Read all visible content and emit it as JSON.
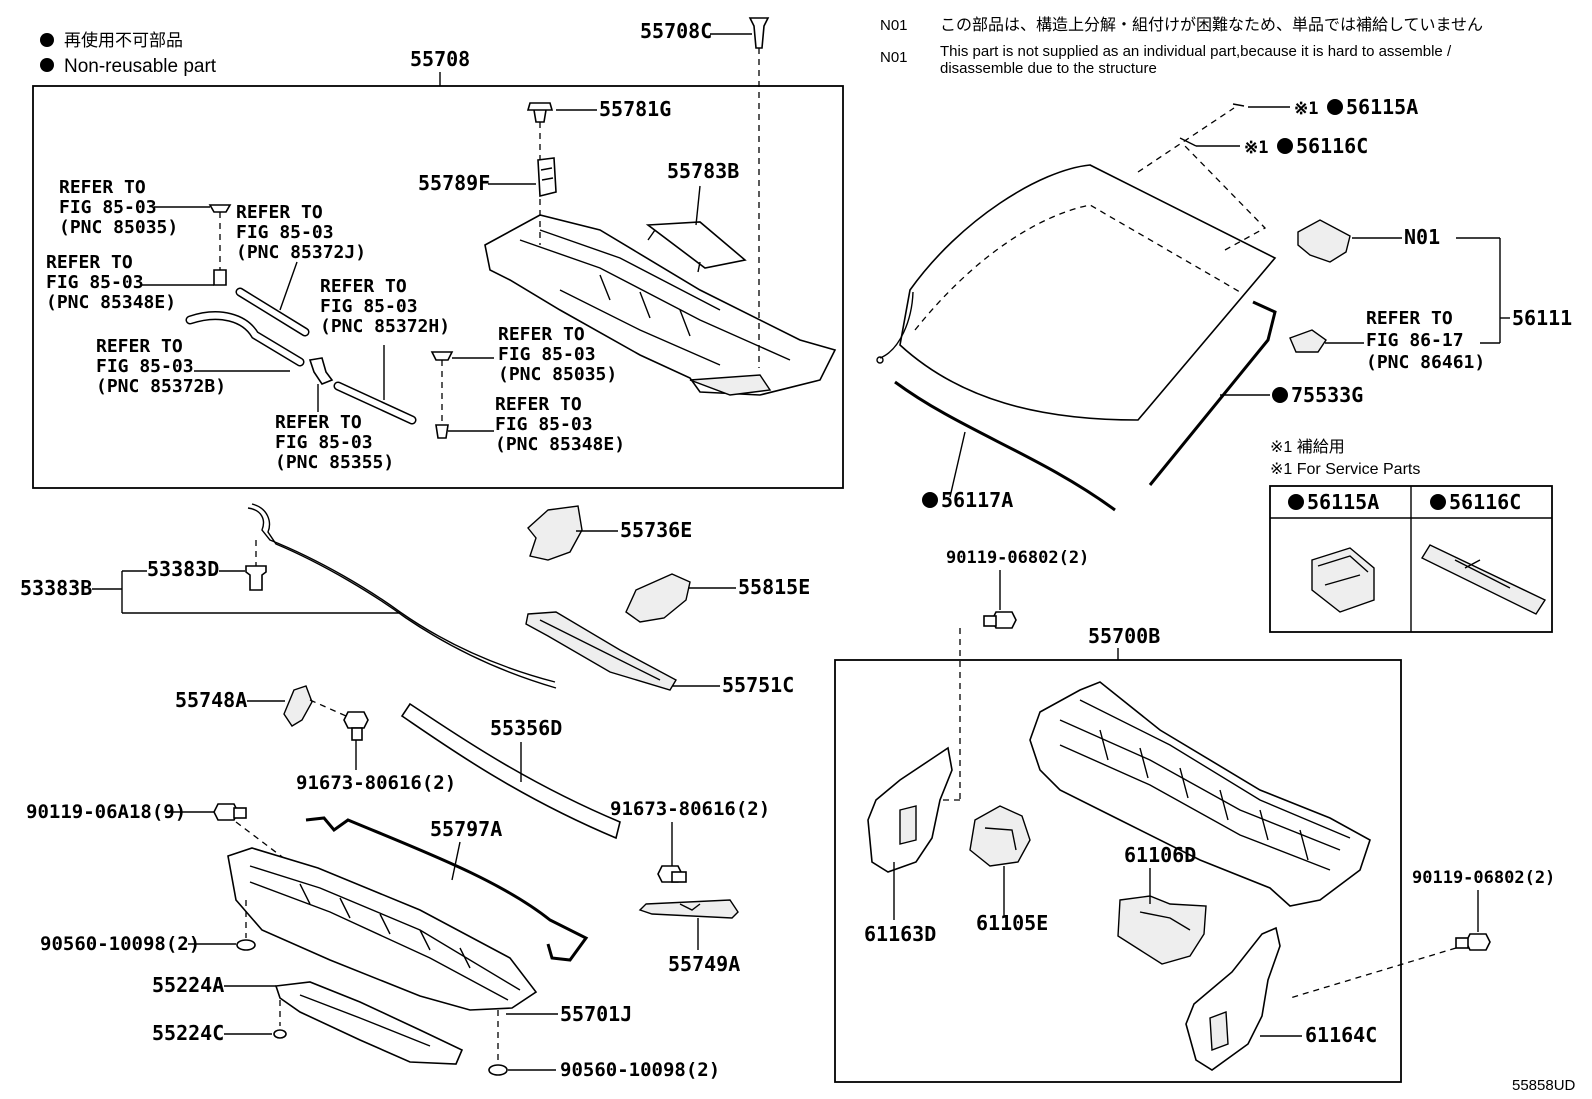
{
  "legend": {
    "non_reusable_jp": "再使用不可部品",
    "non_reusable_en": "Non-reusable part"
  },
  "notes": {
    "code_1": "N01",
    "text_jp": "この部品は、構造上分解・組付けが困難なため、単品では補給していません",
    "code_2": "N01",
    "text_en_1": "This part is not supplied as an individual part,because it is hard to assemble /",
    "text_en_2": "disassemble due to the structure"
  },
  "service": {
    "title_jp": "※1 補給用",
    "title_en": "※1 For Service Parts",
    "col1": "56115A",
    "col2": "56116C"
  },
  "markers": {
    "bullet": "●",
    "star1": "※1"
  },
  "parts": {
    "p55708": "55708",
    "p55708C": "55708C",
    "p55781G": "55781G",
    "p55789F": "55789F",
    "p55783B": "55783B",
    "p56115A": "56115A",
    "p56116C": "56116C",
    "pN01": "N01",
    "p56111": "56111",
    "p75533G": "75533G",
    "p56117A": "56117A",
    "p53383D": "53383D",
    "p53383B": "53383B",
    "p55736E": "55736E",
    "p55815E": "55815E",
    "p55751C": "55751C",
    "p55748A": "55748A",
    "p55356D": "55356D",
    "p91673a": "91673-80616(2)",
    "p91673b": "91673-80616(2)",
    "p90119_06A18": "90119-06A18(9)",
    "p55797A": "55797A",
    "p90560a": "90560-10098(2)",
    "p90560b": "90560-10098(2)",
    "p55224A": "55224A",
    "p55224C": "55224C",
    "p55701J": "55701J",
    "p55749A": "55749A",
    "p90119_06802a": "90119-06802(2)",
    "p90119_06802b": "90119-06802(2)",
    "p55700B": "55700B",
    "p61163D": "61163D",
    "p61105E": "61105E",
    "p61106D": "61106D",
    "p61164C": "61164C"
  },
  "refs": {
    "r1": [
      "REFER TO",
      "FIG 85-03",
      "(PNC 85035)"
    ],
    "r2": [
      "REFER TO",
      "FIG 85-03",
      "(PNC 85372J)"
    ],
    "r3": [
      "REFER TO",
      "FIG 85-03",
      "(PNC 85348E)"
    ],
    "r4": [
      "REFER TO",
      "FIG 85-03",
      "(PNC 85372H)"
    ],
    "r5": [
      "REFER TO",
      "FIG 85-03",
      "(PNC 85372B)"
    ],
    "r6": [
      "REFER TO",
      "FIG 85-03",
      "(PNC 85035)"
    ],
    "r7": [
      "REFER TO",
      "FIG 85-03",
      "(PNC 85348E)"
    ],
    "r8": [
      "REFER TO",
      "FIG 85-03",
      "(PNC 85355)"
    ],
    "r9": [
      "REFER TO",
      "FIG 86-17",
      "(PNC 86461)"
    ]
  },
  "figure_id": "55858UD"
}
